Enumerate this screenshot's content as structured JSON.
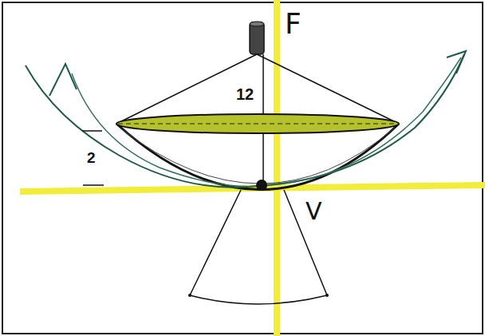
{
  "diagram": {
    "labels": [
      "F",
      "12",
      "2",
      "V"
    ]
  }
}
